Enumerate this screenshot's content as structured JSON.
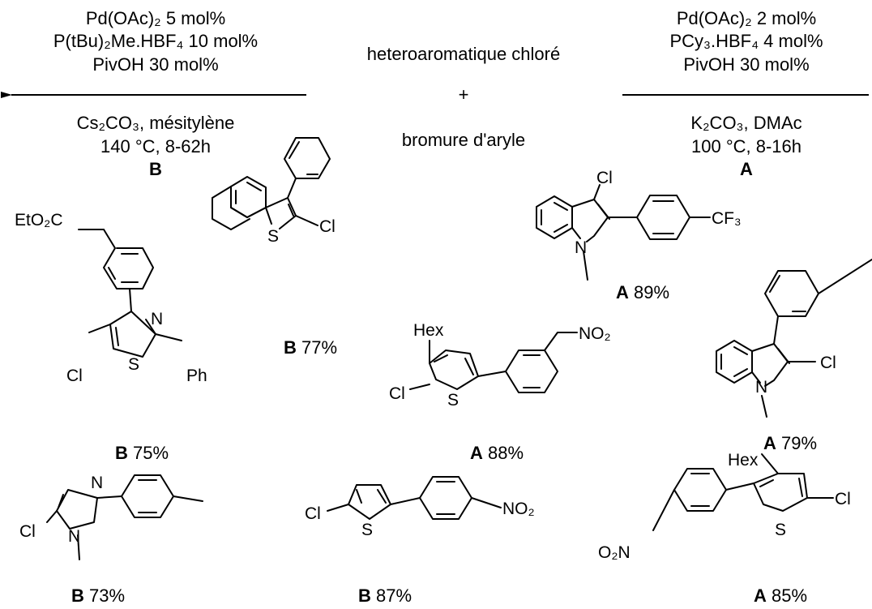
{
  "conditions": {
    "left": {
      "line1": "Pd(OAc)₂ 5 mol%",
      "line2": "P(tBu)₂Me.HBF₄ 10 mol%",
      "line3": "PivOH 30 mol%",
      "line4": "Cs₂CO₃, mésitylène",
      "line5": "140 °C, 8-62h",
      "label": "B"
    },
    "center": {
      "reagent1": "heteroaromatique chloré",
      "plus": "+",
      "reagent2": "bromure d'aryle"
    },
    "right": {
      "line1": "Pd(OAc)₂ 2 mol%",
      "line2": "PCy₃.HBF₄ 4 mol%",
      "line3": "PivOH 30 mol%",
      "line4": "K₂CO₃, DMAc",
      "line5": "100 °C, 8-16h",
      "label": "A"
    }
  },
  "atoms": {
    "cl": "Cl",
    "s": "S",
    "n": "N",
    "cf3": "CF₃",
    "no2": "NO₂",
    "o2n": "O₂N",
    "hex": "Hex",
    "ph": "Ph",
    "eto2c": "EtO₂C"
  },
  "products": [
    {
      "id": "indole-cf3",
      "method": "A",
      "yield": "89%"
    },
    {
      "id": "benzothiophene",
      "method": "B",
      "yield": "77%"
    },
    {
      "id": "thiazole",
      "method": "B",
      "yield": "75%"
    },
    {
      "id": "thiophene-no2-meta",
      "method": "A",
      "yield": "88%"
    },
    {
      "id": "indole-2-chloro",
      "method": "A",
      "yield": "79%"
    },
    {
      "id": "imidazole",
      "method": "B",
      "yield": "73%"
    },
    {
      "id": "thiophene-no2-para",
      "method": "B",
      "yield": "87%"
    },
    {
      "id": "hexylthiophene",
      "method": "A",
      "yield": "85%"
    }
  ]
}
